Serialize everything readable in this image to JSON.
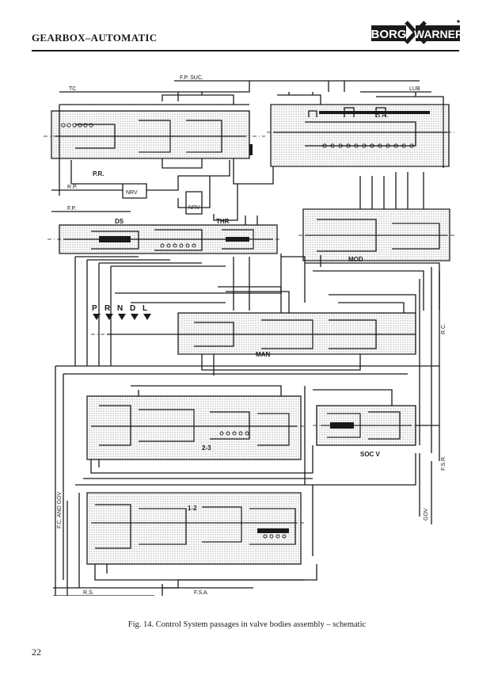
{
  "header": {
    "title": "GEARBOX–AUTOMATIC",
    "logo_left": "BORG",
    "logo_right": "WARNER"
  },
  "figure": {
    "labels": {
      "fp_suc": "F.P. SUC.",
      "tc": "TC",
      "lub": "LUB",
      "pr": "P.R.",
      "rp": "R.P.",
      "nrv": "NRV",
      "fp": "F.P.",
      "ds": "DS",
      "thr": "THR",
      "sr": "S.R.",
      "mod": "MOD",
      "man": "MAN",
      "p": "P",
      "r": "R",
      "n": "N",
      "d": "D",
      "l": "L",
      "rc": "R.C.",
      "valve_23": "2-3",
      "socv": "SOC V",
      "fsr": "F.S.R.",
      "fc_gov": "F.C. AND GOV",
      "gov": "GOV",
      "valve_12": "1-2",
      "rs": "R.S.",
      "fsa": "F.S.A."
    }
  },
  "caption": "Fig. 14. Control System passages in valve bodies assembly – schematic",
  "page_number": "22",
  "colors": {
    "ink": "#1a1a1a",
    "stipple": "#bdbdbd",
    "paper": "#ffffff"
  }
}
